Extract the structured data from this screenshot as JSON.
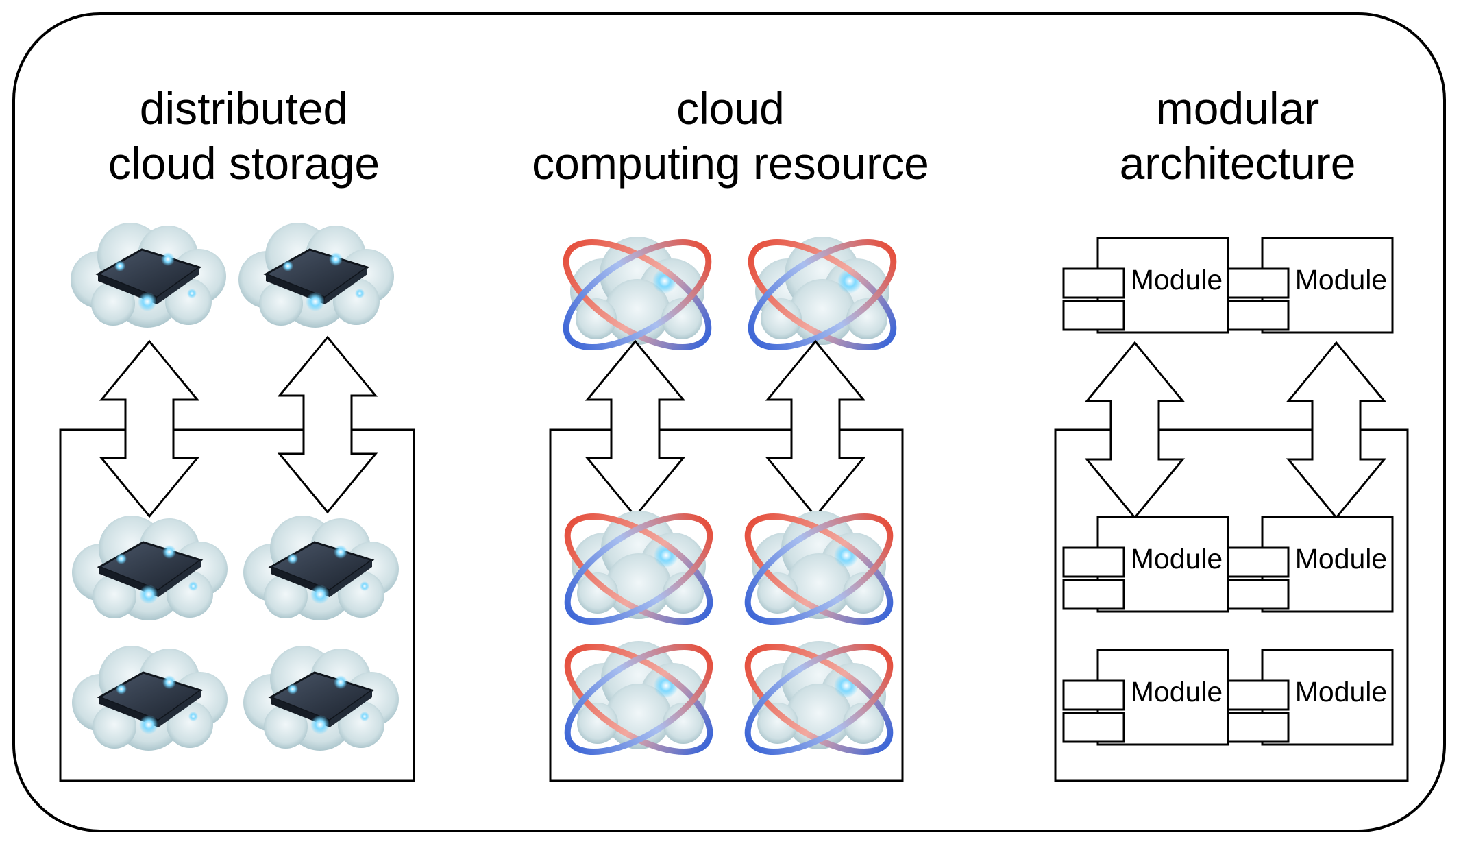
{
  "columns": [
    {
      "id": "storage",
      "heading_line1": "distributed",
      "heading_line2": "cloud storage"
    },
    {
      "id": "compute",
      "heading_line1": "cloud",
      "heading_line2": "computing resource"
    },
    {
      "id": "modular",
      "heading_line1": "modular",
      "heading_line2": "architecture"
    }
  ],
  "module_label": "Module",
  "colors": {
    "stroke": "#000000",
    "cloud": "#c9dce1",
    "chip": "#2c3746",
    "glow": "#5fd0ff",
    "orbit_red": "#e5513f",
    "orbit_blue": "#3f67d6"
  }
}
